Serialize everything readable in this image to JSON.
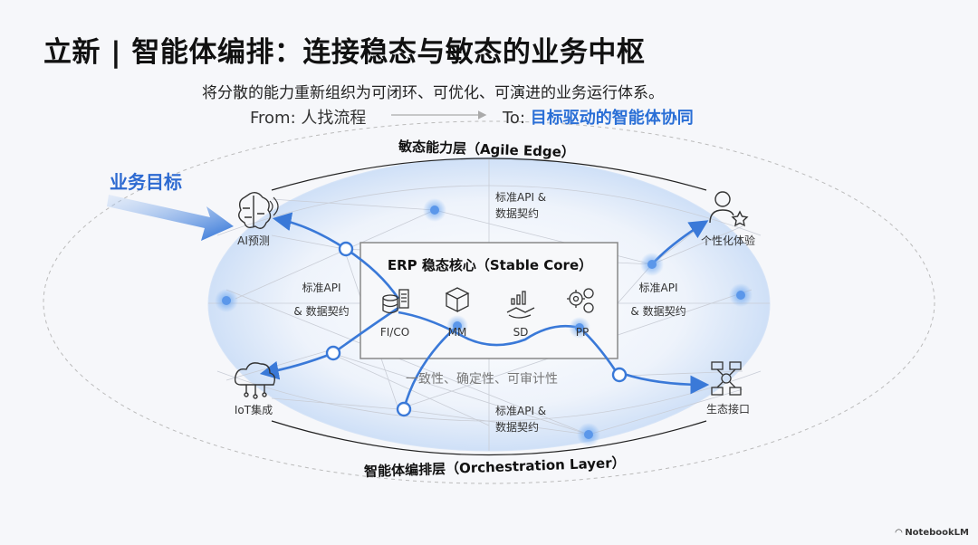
{
  "header": {
    "title": "立新 | 智能体编排：连接稳态与敏态的业务中枢",
    "subtitle": "将分散的能力重新组织为可闭环、可优化、可演进的业务运行体系。",
    "from_text": "From: 人找流程",
    "to_prefix": "To: ",
    "to_highlight": "目标驱动的智能体协同"
  },
  "diagram": {
    "goal_label": "业务目标",
    "agile_layer": "敏态能力层（Agile Edge）",
    "orchestration_layer": "智能体编排层（Orchestration Layer）",
    "core": {
      "title": "ERP 稳态核心（Stable Core）",
      "modules": [
        "FI/CO",
        "MM",
        "SD",
        "PP"
      ],
      "principles": "一致性、确定性、可审计性"
    },
    "api_labels": {
      "top": [
        "标准API &",
        "数据契约"
      ],
      "left": [
        "标准API",
        "& 数据契约"
      ],
      "right": [
        "标准API",
        "& 数据契约"
      ],
      "bottom": [
        "标准API &",
        "数据契约"
      ]
    },
    "nodes": {
      "ai": "AI预测",
      "iot": "IoT集成",
      "personal": "个性化体验",
      "eco": "生态接口"
    }
  },
  "footer": {
    "brand": "NotebookLM"
  },
  "colors": {
    "accent": "#2a6fd6",
    "flow": "#3a79d8",
    "node": "#4d8fe8"
  }
}
